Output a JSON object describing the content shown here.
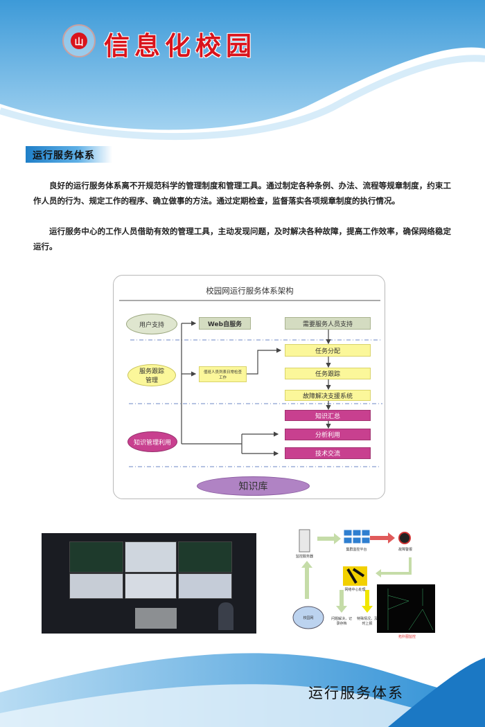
{
  "header": {
    "logo_title": "信息化校园",
    "seal_glyph": "山"
  },
  "section": {
    "title": "运行服务体系"
  },
  "paragraphs": [
    "良好的运行服务体系离不开规范科学的管理制度和管理工具。通过制定各种条例、办法、流程等规章制度，约束工作人员的行为、规定工作的程序、确立做事的方法。通过定期检查，监督落实各项规章制度的执行情况。",
    "运行服务中心的工作人员借助有效的管理工具，主动发现问题，及时解决各种故障，提高工作效率，确保网络稳定运行。"
  ],
  "diagram": {
    "title": "校园网运行服务体系架构",
    "user_support": "用户支持",
    "web_self_service": "Web自服务",
    "need_staff": "需要服务人员支持",
    "service_tracking": "服务跟踪管理",
    "daily_check": "值班人员列表日常检查工作",
    "task_assign": "任务分配",
    "task_track": "任务跟踪",
    "fault_support": "故障解决支援系统",
    "knowledge_mgmt": "知识管理利用",
    "knowledge_collect": "知识汇总",
    "analysis": "分析利用",
    "tech_exchange": "技术交流",
    "knowledge_base": "知识库"
  },
  "flow": {
    "server": "监控服务器",
    "platform": "集群监控平台",
    "alarm": "故障警报",
    "center": "网络中心处理",
    "resolve": "问题解决，记录存档",
    "report": "特殊情况，及时上报",
    "campus_net": "校园网",
    "topology": "拓扑图监控"
  },
  "footer": {
    "title": "运行服务体系"
  }
}
